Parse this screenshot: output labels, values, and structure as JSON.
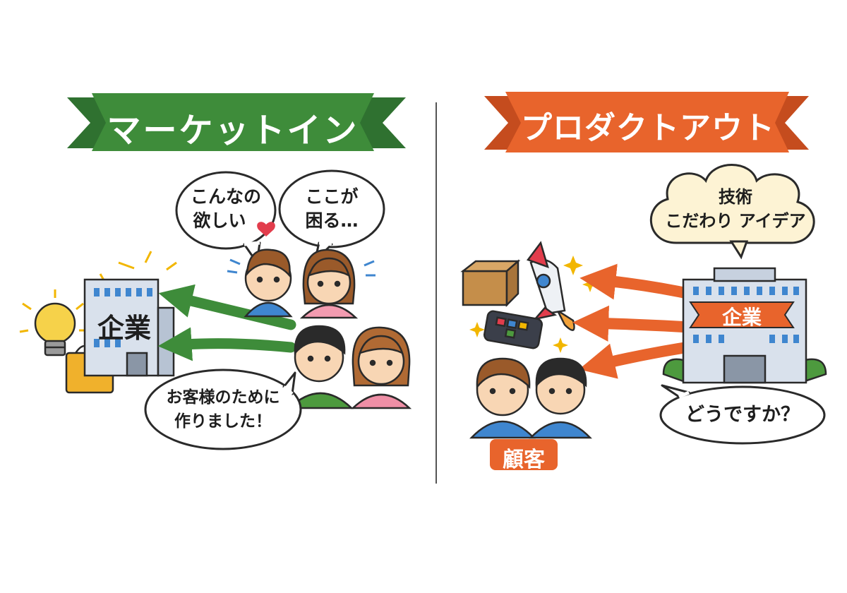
{
  "market_in": {
    "banner": "マーケットイン",
    "company_label": "企業",
    "customer_bubble_1": {
      "line1": "こんなの",
      "line2": "欲しい"
    },
    "customer_bubble_2": {
      "line1": "ここが",
      "line2": "困る…"
    },
    "company_bubble": {
      "line1": "お客様のために",
      "line2": "作りました！"
    }
  },
  "product_out": {
    "banner": "プロダクトアウト",
    "company_label": "企業",
    "thought_bubble": {
      "line1": "技術",
      "line2": "こだわり アイデア"
    },
    "question_bubble": "どうですか？",
    "customer_label": "顧客"
  },
  "colors": {
    "green": "#3e8c3a",
    "orange": "#e8642c",
    "building": "#d9e1ec",
    "window": "#3f86cf",
    "outline": "#2a2a2a"
  }
}
